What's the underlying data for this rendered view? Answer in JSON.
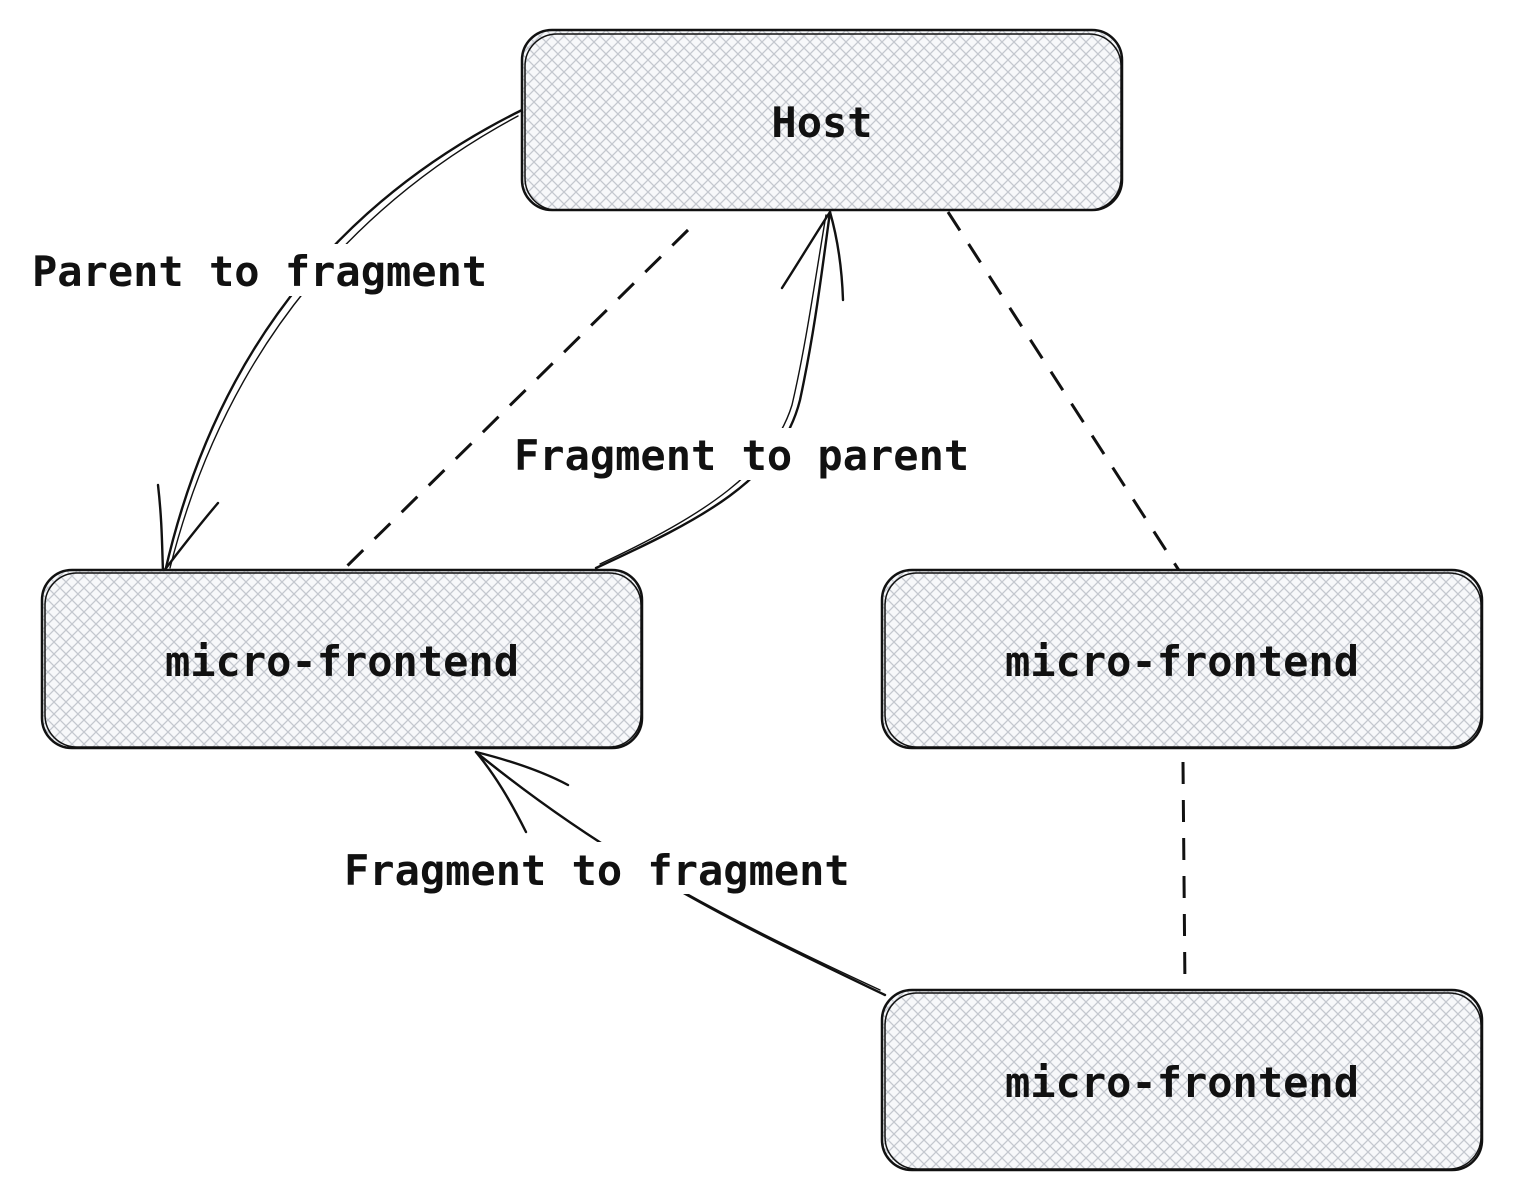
{
  "nodes": [
    {
      "id": "host",
      "label": "Host"
    },
    {
      "id": "mf_left",
      "label": "micro-frontend"
    },
    {
      "id": "mf_right",
      "label": "micro-frontend"
    },
    {
      "id": "mf_bottom",
      "label": "micro-frontend"
    }
  ],
  "edges": [
    {
      "id": "parent_to_fragment",
      "label": "Parent to fragment",
      "from": "host",
      "to": "mf_left",
      "style": "arrow"
    },
    {
      "id": "fragment_to_parent",
      "label": "Fragment to parent",
      "from": "mf_left",
      "to": "host",
      "style": "arrow"
    },
    {
      "id": "fragment_to_fragment",
      "label": "Fragment to fragment",
      "from": "mf_bottom",
      "to": "mf_left",
      "style": "arrow"
    },
    {
      "id": "link_host_left",
      "from": "host",
      "to": "mf_left",
      "style": "dashed"
    },
    {
      "id": "link_host_right",
      "from": "host",
      "to": "mf_right",
      "style": "dashed"
    },
    {
      "id": "link_right_bottom",
      "from": "mf_right",
      "to": "mf_bottom",
      "style": "dashed"
    }
  ],
  "colors": {
    "stroke": "#111111",
    "hatch": "#c4c8cf",
    "background": "#ffffff"
  }
}
